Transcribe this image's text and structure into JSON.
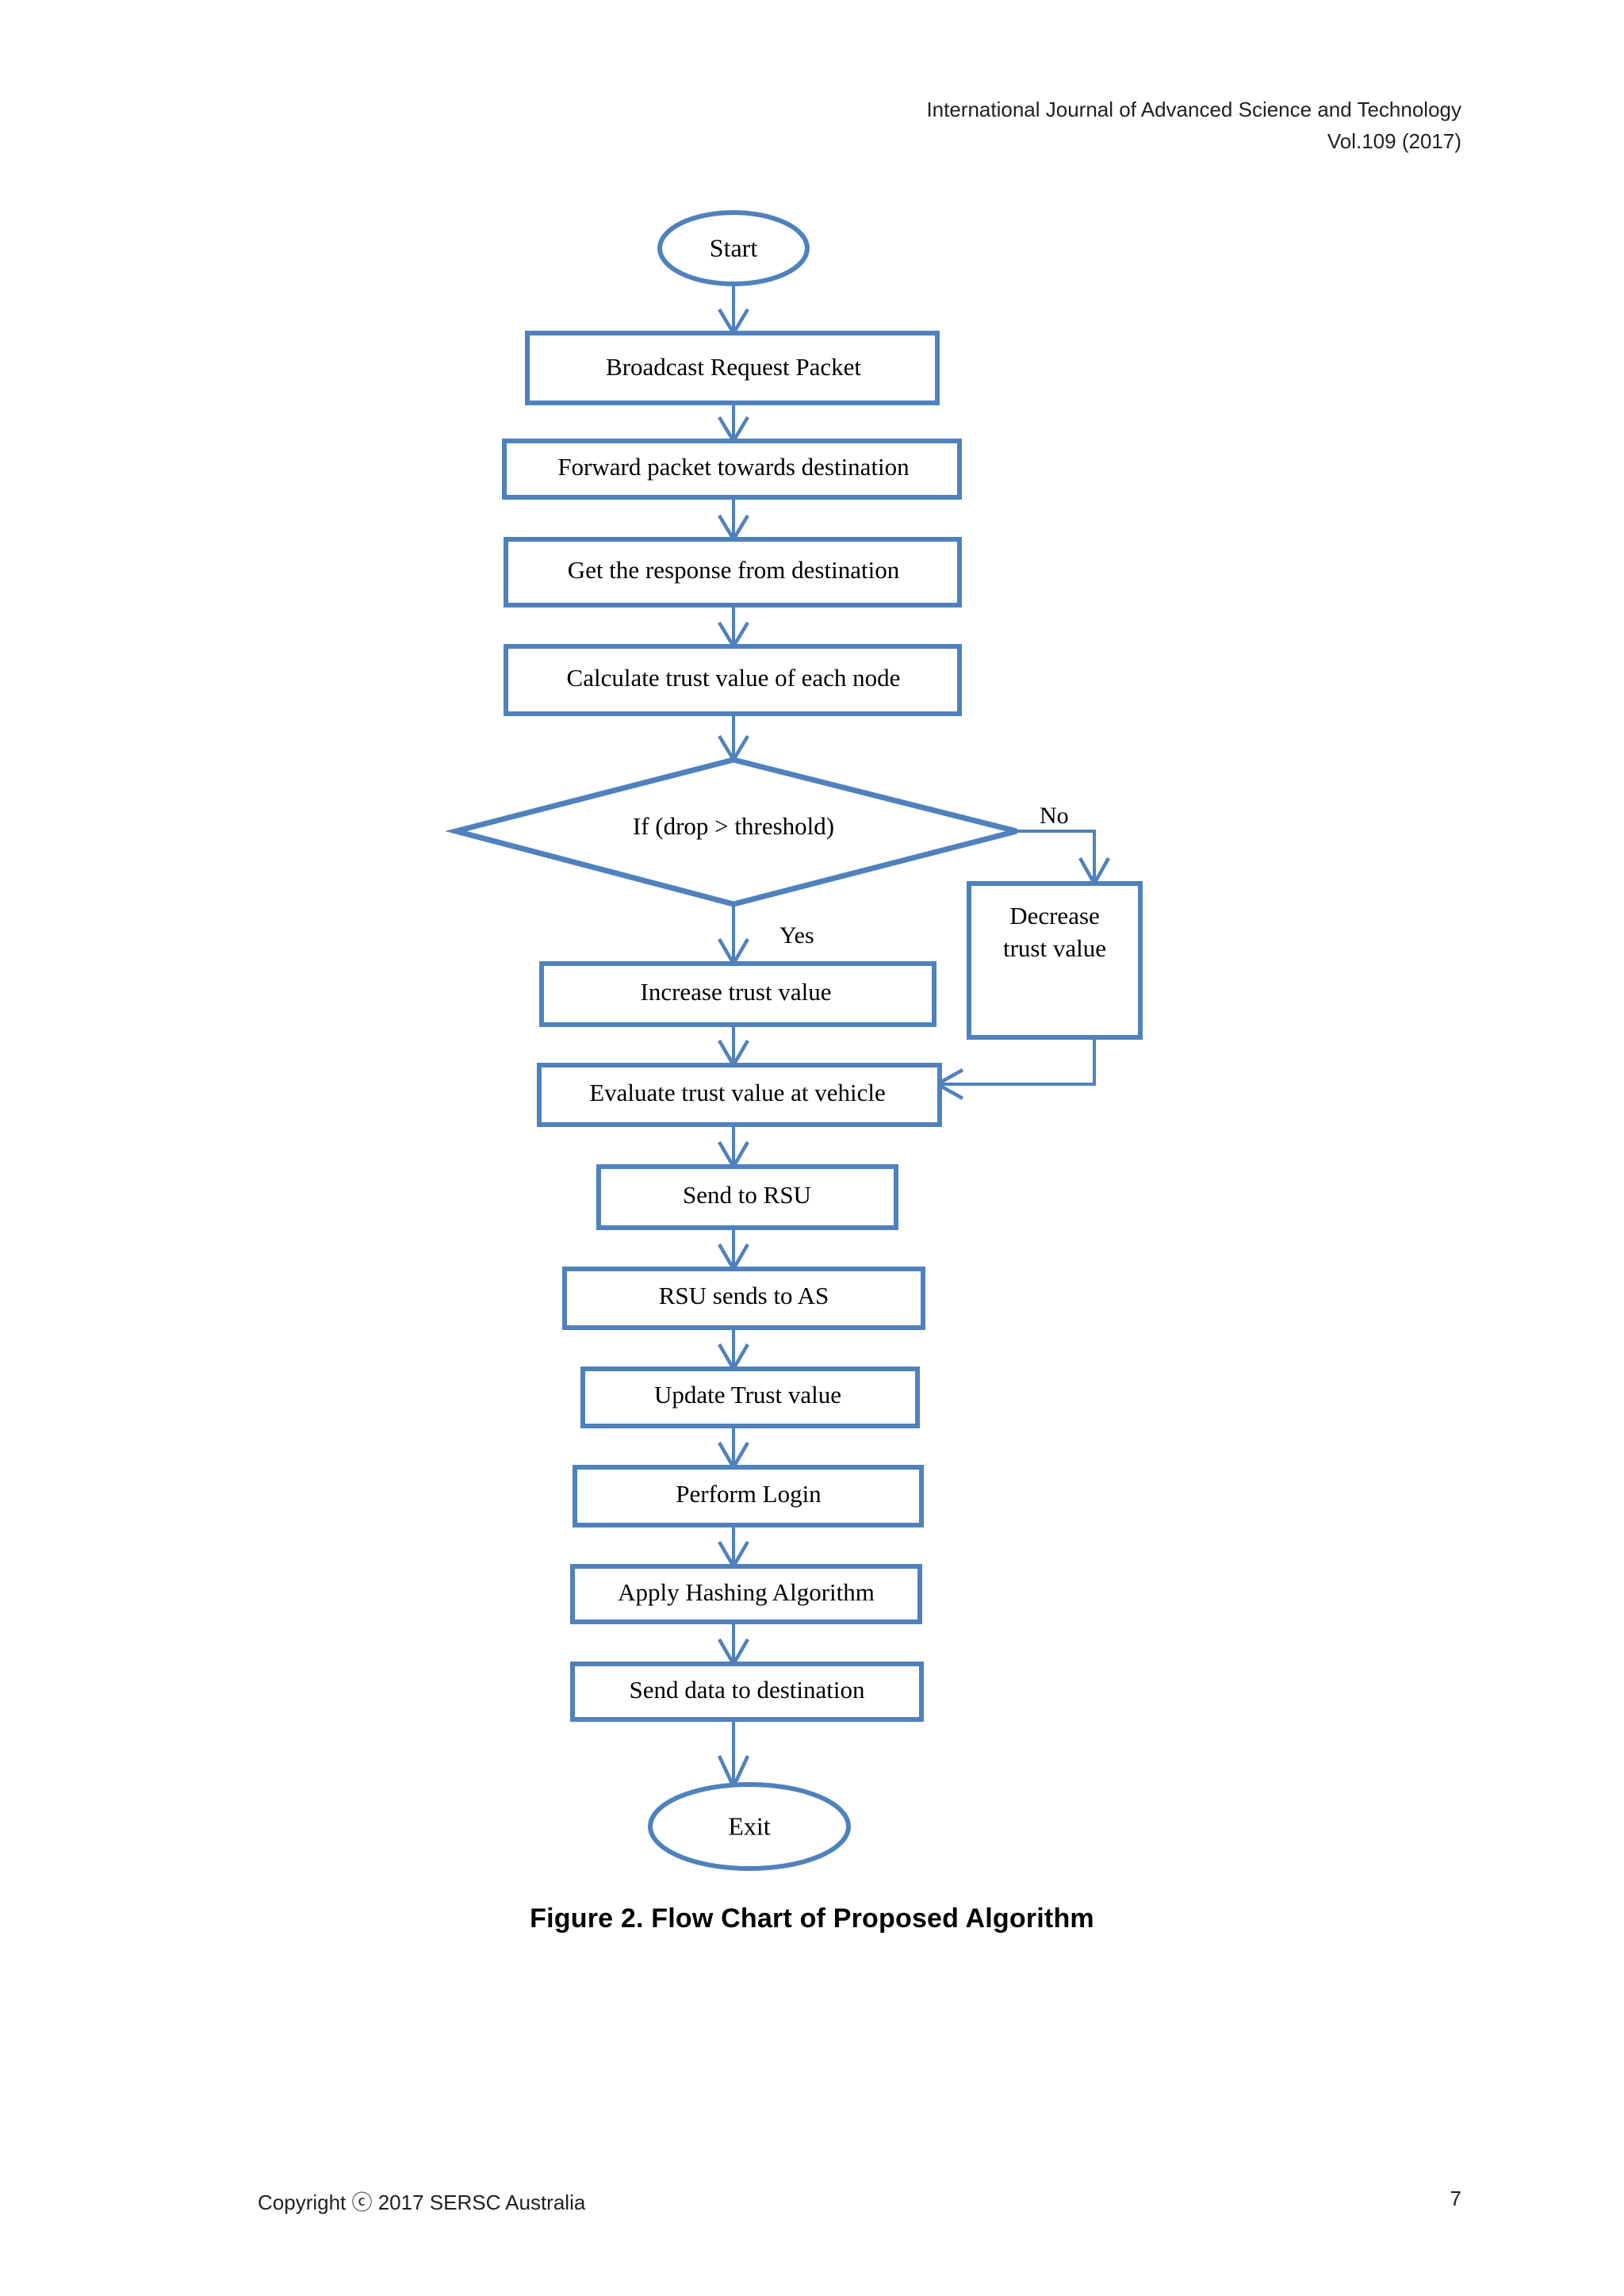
{
  "header": {
    "journal": "International Journal of Advanced Science and Technology",
    "volume": "Vol.109 (2017)"
  },
  "figure": {
    "caption": "Figure 2. Flow Chart of Proposed Algorithm"
  },
  "footer": {
    "copyright": "Copyright ⓒ 2017 SERSC Australia",
    "page_number": "7"
  },
  "colors": {
    "shape_stroke": "#4f81bd",
    "shape_fill": "#ffffff",
    "text": "#000000",
    "page_background": "#ffffff"
  },
  "chart_data": {
    "type": "diagram",
    "diagram_type": "flowchart",
    "title": "Figure 2. Flow Chart of Proposed Algorithm",
    "orientation": "top-to-bottom",
    "nodes": [
      {
        "id": "start",
        "shape": "ellipse",
        "label": "Start"
      },
      {
        "id": "broadcast",
        "shape": "process",
        "label": "Broadcast Request Packet"
      },
      {
        "id": "forward",
        "shape": "process",
        "label": "Forward packet towards destination"
      },
      {
        "id": "getresp",
        "shape": "process",
        "label": "Get the response from destination"
      },
      {
        "id": "calctrust",
        "shape": "process",
        "label": "Calculate trust value of each node"
      },
      {
        "id": "decision",
        "shape": "decision",
        "label": "If (drop > threshold)"
      },
      {
        "id": "decrease",
        "shape": "process",
        "label": "Decrease trust value",
        "label_lines": [
          "Decrease",
          "trust value"
        ]
      },
      {
        "id": "increase",
        "shape": "process",
        "label": "Increase trust value"
      },
      {
        "id": "evaluate",
        "shape": "process",
        "label": "Evaluate trust value at vehicle"
      },
      {
        "id": "sendrsu",
        "shape": "process",
        "label": "Send to RSU"
      },
      {
        "id": "rsuas",
        "shape": "process",
        "label": "RSU sends to AS"
      },
      {
        "id": "updatetv",
        "shape": "process",
        "label": "Update Trust value"
      },
      {
        "id": "login",
        "shape": "process",
        "label": "Perform Login"
      },
      {
        "id": "hashing",
        "shape": "process",
        "label": "Apply Hashing Algorithm"
      },
      {
        "id": "senddata",
        "shape": "process",
        "label": "Send data to destination"
      },
      {
        "id": "exit",
        "shape": "ellipse",
        "label": "Exit"
      }
    ],
    "edges": [
      {
        "from": "start",
        "to": "broadcast",
        "label": ""
      },
      {
        "from": "broadcast",
        "to": "forward",
        "label": ""
      },
      {
        "from": "forward",
        "to": "getresp",
        "label": ""
      },
      {
        "from": "getresp",
        "to": "calctrust",
        "label": ""
      },
      {
        "from": "calctrust",
        "to": "decision",
        "label": ""
      },
      {
        "from": "decision",
        "to": "decrease",
        "label": "No"
      },
      {
        "from": "decision",
        "to": "increase",
        "label": "Yes"
      },
      {
        "from": "increase",
        "to": "evaluate",
        "label": ""
      },
      {
        "from": "decrease",
        "to": "evaluate",
        "label": ""
      },
      {
        "from": "evaluate",
        "to": "sendrsu",
        "label": ""
      },
      {
        "from": "sendrsu",
        "to": "rsuas",
        "label": ""
      },
      {
        "from": "rsuas",
        "to": "updatetv",
        "label": ""
      },
      {
        "from": "updatetv",
        "to": "login",
        "label": ""
      },
      {
        "from": "login",
        "to": "hashing",
        "label": ""
      },
      {
        "from": "hashing",
        "to": "senddata",
        "label": ""
      },
      {
        "from": "senddata",
        "to": "exit",
        "label": ""
      }
    ],
    "edge_labels": {
      "yes": "Yes",
      "no": "No"
    }
  }
}
